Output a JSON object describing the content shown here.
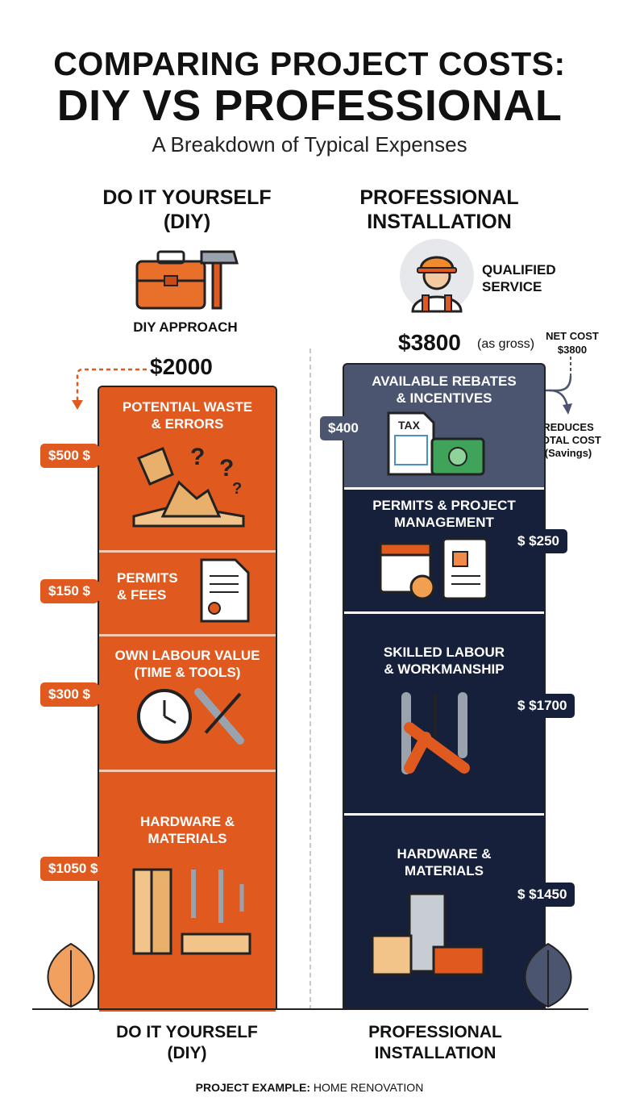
{
  "header": {
    "title_line1": "COMPARING PROJECT COSTS:",
    "title_line2": "DIY VS PROFESSIONAL",
    "subtitle": "A Breakdown of Typical Expenses"
  },
  "diy": {
    "heading": "DO IT YOURSELF\n(DIY)",
    "approach_label": "DIY APPROACH",
    "total_label": "$2000",
    "footer_heading": "DO IT YOURSELF\n(DIY)"
  },
  "pro": {
    "heading": "PROFESSIONAL\nINSTALLATION",
    "service_label": "QUALIFIED\nSERVICE",
    "total_label": "$3800",
    "total_note": "(as gross)",
    "net_cost_label": "NET COST\n$3800",
    "reduces_label": "REDUCES\nTOTAL COST\n(Savings)",
    "footer_heading": "PROFESSIONAL\nINSTALLATION"
  },
  "footer": {
    "prefix": "PROJECT EXAMPLE:",
    "value": "HOME RENOVATION"
  },
  "colors": {
    "diy_orange": "#e05a20",
    "pro_navy": "#17203a",
    "rebate_slate": "#4b5570"
  },
  "chart_data": {
    "type": "bar",
    "stacked": true,
    "title": "COMPARING PROJECT COSTS: DIY VS PROFESSIONAL",
    "subtitle": "A Breakdown of Typical Expenses",
    "categories": [
      "DO IT YOURSELF (DIY)",
      "PROFESSIONAL INSTALLATION"
    ],
    "totals": [
      2000,
      3800
    ],
    "series": [
      {
        "name": "DO IT YOURSELF (DIY)",
        "segments": [
          {
            "label": "POTENTIAL WASTE\n& ERRORS",
            "value": 500,
            "value_label": "$500 $"
          },
          {
            "label": "PERMITS\n& FEES",
            "value": 150,
            "value_label": "$150 $"
          },
          {
            "label": "OWN LABOUR VALUE\n(TIME & TOOLS)",
            "value": 300,
            "value_label": "$300 $"
          },
          {
            "label": "HARDWARE &\nMATERIALS",
            "value": 1050,
            "value_label": "$1050 $"
          }
        ]
      },
      {
        "name": "PROFESSIONAL INSTALLATION",
        "segments": [
          {
            "label": "AVAILABLE REBATES\n& INCENTIVES",
            "value": 400,
            "value_label": "$400"
          },
          {
            "label": "PERMITS & PROJECT\nMANAGEMENT",
            "value": 250,
            "value_label": "$ $250"
          },
          {
            "label": "SKILLED LABOUR\n& WORKMANSHIP",
            "value": 1700,
            "value_label": "$ $1700"
          },
          {
            "label": "HARDWARE &\nMATERIALS",
            "value": 1450,
            "value_label": "$ $1450"
          }
        ]
      }
    ],
    "legend": "none",
    "grid": false
  }
}
